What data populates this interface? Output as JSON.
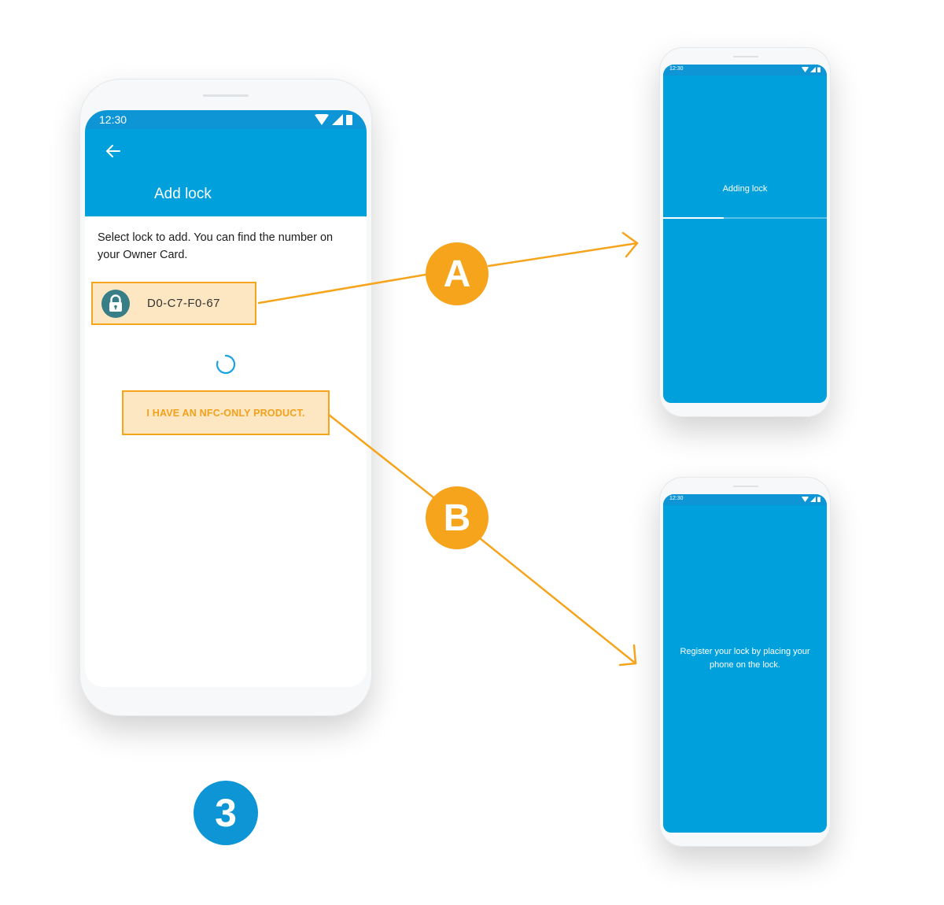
{
  "main_phone": {
    "status_time": "12:30",
    "appbar_title": "Add lock",
    "instruction": "Select lock to add. You can find the number on your Owner Card.",
    "lock_id": "D0-C7-F0-67",
    "nfc_button_label": "I HAVE AN NFC-ONLY PRODUCT."
  },
  "phone_a": {
    "status_time": "12:30",
    "message": "Adding lock",
    "progress": 0.37
  },
  "phone_b": {
    "status_time": "12:30",
    "message": "Register your lock by placing your phone on the lock."
  },
  "annotations": {
    "badge_a": "A",
    "badge_b": "B",
    "step_number": "3"
  },
  "colors": {
    "app_blue": "#00a0dc",
    "status_blue": "#0d95d5",
    "highlight_orange": "#f6a41c",
    "highlight_fill": "#fde7c2",
    "lock_icon_teal": "#377e87"
  },
  "icons": {
    "back": "arrow-left-icon",
    "lock": "padlock-icon",
    "wifi": "wifi-icon",
    "signal": "signal-icon",
    "battery": "battery-icon",
    "spinner": "loading-spinner-icon"
  }
}
